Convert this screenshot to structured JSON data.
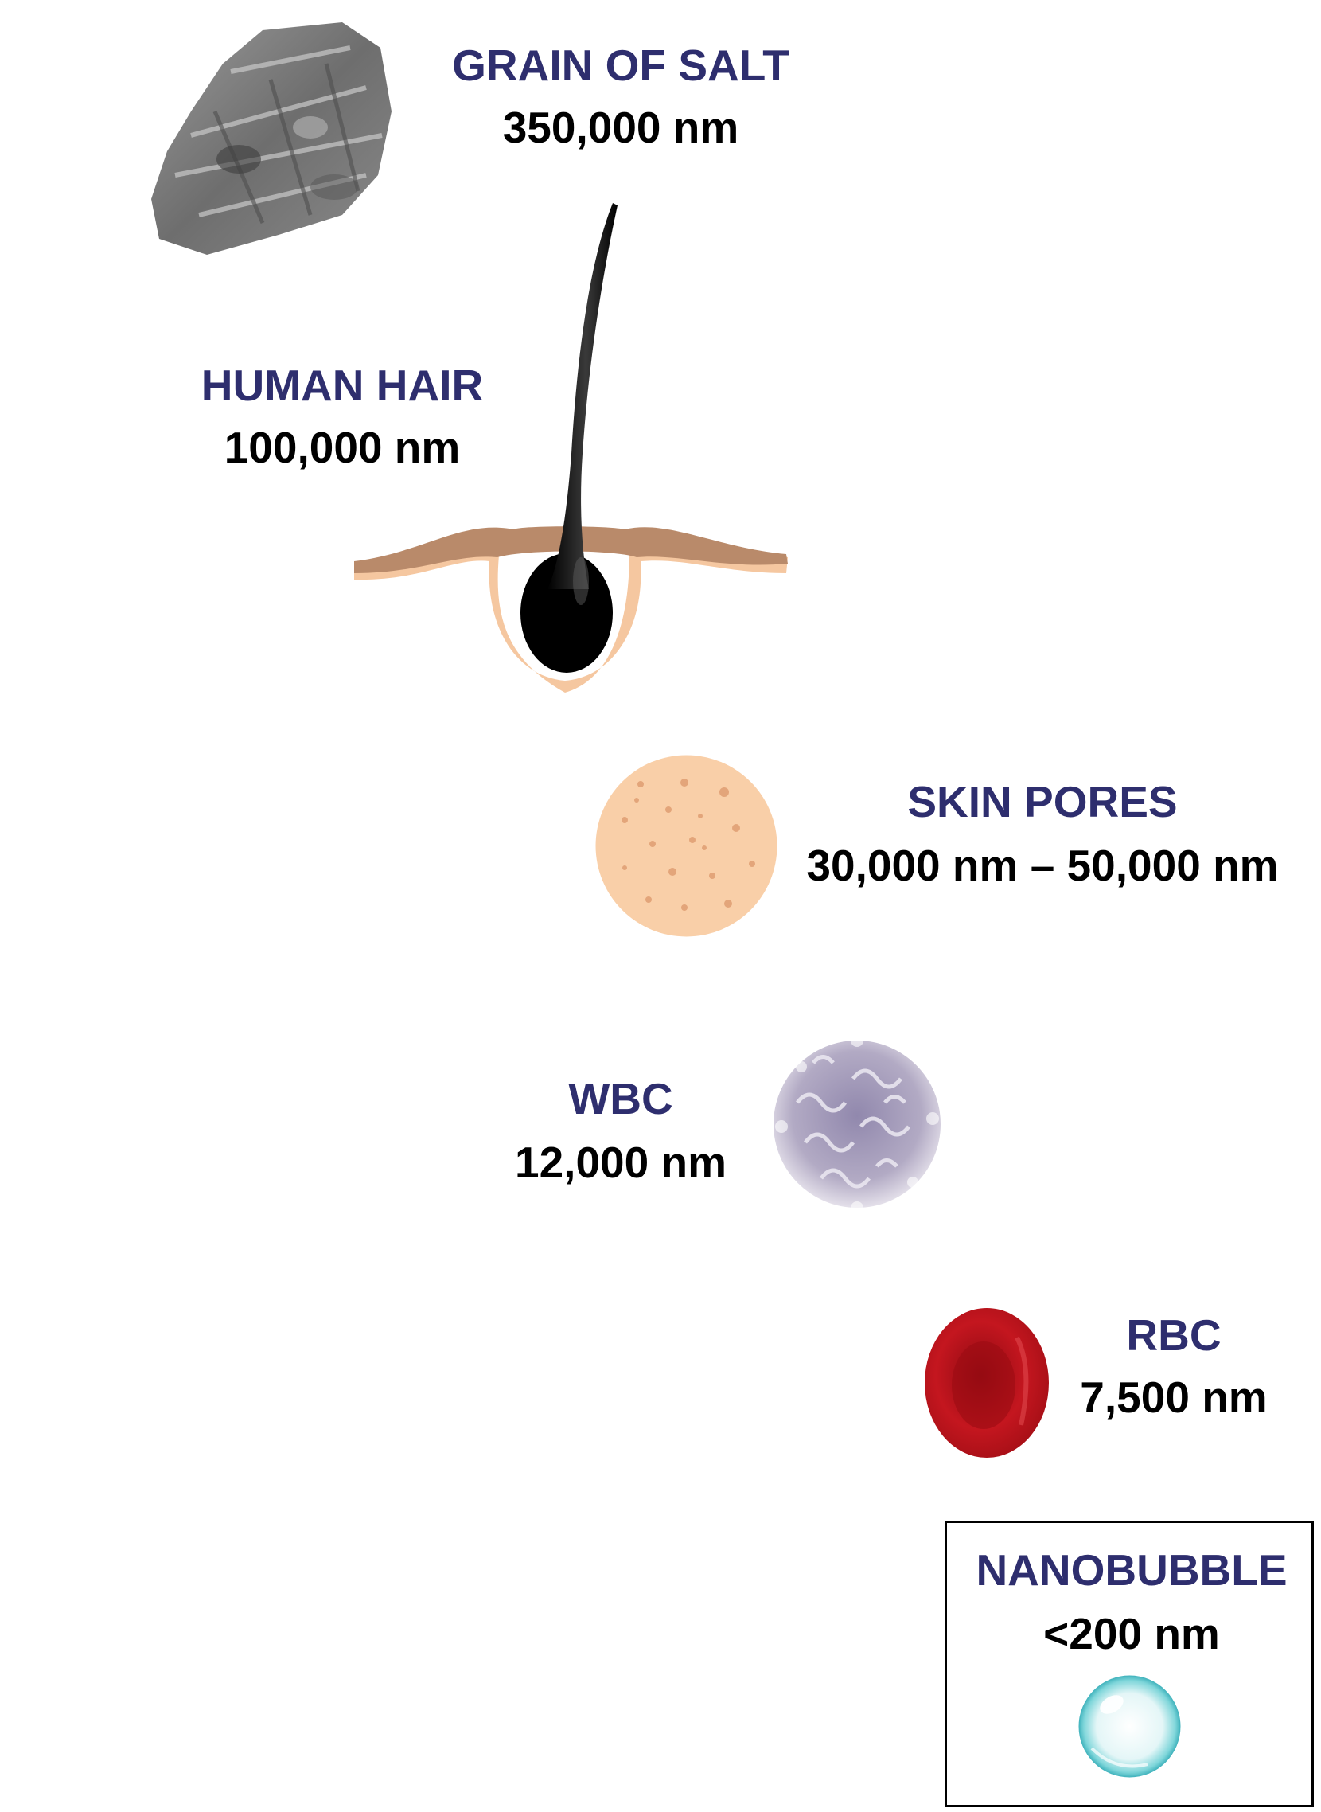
{
  "items": {
    "salt": {
      "title": "GRAIN OF SALT",
      "size": "350,000 nm"
    },
    "hair": {
      "title": "HUMAN HAIR",
      "size": "100,000 nm"
    },
    "pores": {
      "title": "SKIN PORES",
      "size": "30,000 nm – 50,000 nm"
    },
    "wbc": {
      "title": "WBC",
      "size": "12,000 nm"
    },
    "rbc": {
      "title": "RBC",
      "size": "7,500 nm"
    },
    "nano": {
      "title": "NANOBUBBLE",
      "size": "<200 nm"
    }
  },
  "colors": {
    "title_text": "#2e2e6e",
    "value_text": "#000000",
    "skin": "#f5c7a0",
    "skin_dark": "#b98a6a",
    "hair": "#111111",
    "rbc": "#b8141c",
    "wbc": "#a49cb8",
    "bubble": "#7fd6da"
  },
  "icons": {
    "salt": "salt-crystal-icon",
    "hair": "hair-follicle-icon",
    "pores": "skin-pore-icon",
    "wbc": "white-blood-cell-icon",
    "rbc": "red-blood-cell-icon",
    "nano": "nanobubble-icon"
  }
}
